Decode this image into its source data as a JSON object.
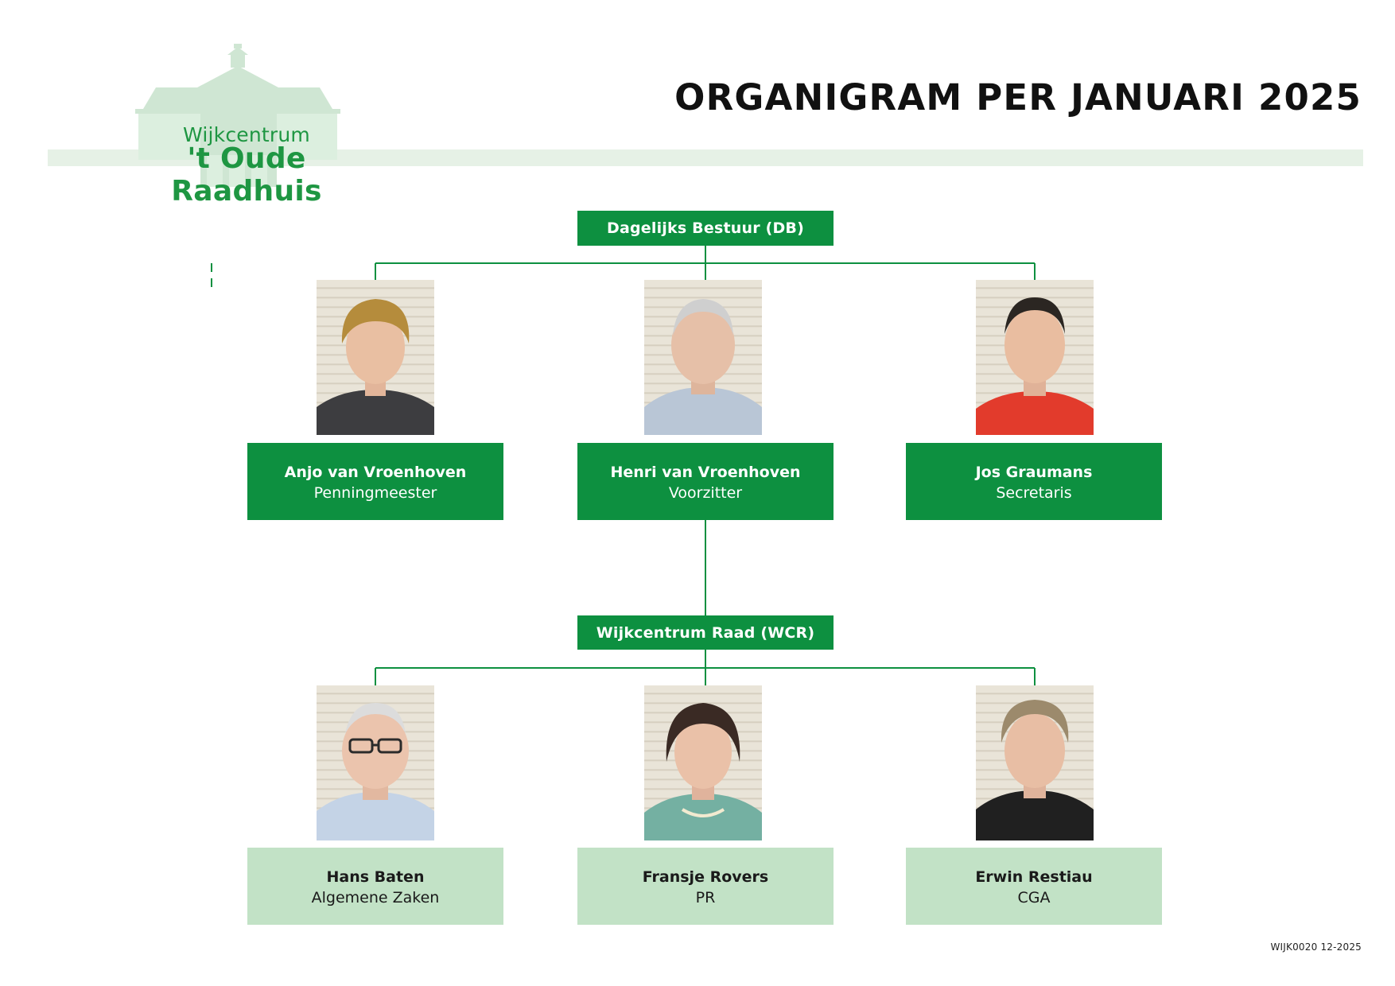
{
  "header": {
    "logo_line1": "Wijkcentrum",
    "logo_line2": "'t Oude Raadhuis",
    "title": "ORGANIGRAM PER JANUARI 2025"
  },
  "chart": {
    "board": {
      "label": "Dagelijks Bestuur (DB)",
      "members": [
        {
          "name": "Anjo van Vroenhoven",
          "role": "Penningmeester"
        },
        {
          "name": "Henri van Vroenhoven",
          "role": "Voorzitter"
        },
        {
          "name": "Jos Graumans",
          "role": "Secretaris"
        }
      ]
    },
    "council": {
      "label": "Wijkcentrum Raad (WCR)",
      "members": [
        {
          "name": "Hans Baten",
          "role": "Algemene Zaken"
        },
        {
          "name": "Fransje Rovers",
          "role": "PR"
        },
        {
          "name": "Erwin Restiau",
          "role": "CGA"
        }
      ]
    }
  },
  "footer": {
    "doc_code": "WIJK0020 12-2025"
  },
  "colors": {
    "brand_green": "#0d9040",
    "light_green": "#c2e2c6",
    "logo_green": "#1e9642",
    "pale_band": "#e6f1e6"
  }
}
